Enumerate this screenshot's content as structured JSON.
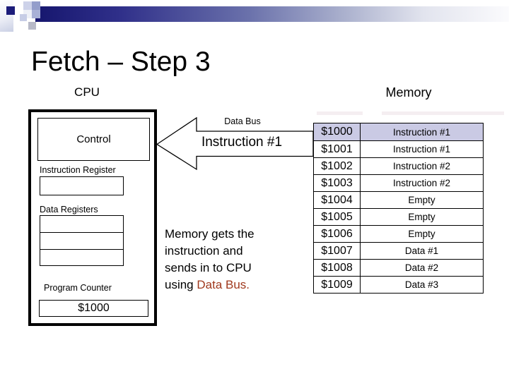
{
  "slide": {
    "title": "Fetch – Step 3",
    "cpu_section_label": "CPU",
    "memory_section_label": "Memory"
  },
  "cpu": {
    "control_label": "Control",
    "instruction_register_label": "Instruction Register",
    "instruction_register_value": "",
    "data_registers_label": "Data Registers",
    "data_register_values": [
      "",
      "",
      ""
    ],
    "program_counter_label": "Program Counter",
    "program_counter_value": "$1000"
  },
  "bus": {
    "label": "Data Bus",
    "value": "Instruction #1"
  },
  "caption": {
    "line1": "Memory gets the",
    "line2": "instruction and",
    "line3": "sends in to CPU",
    "line4_prefix": "using ",
    "line4_highlight": "Data Bus."
  },
  "memory_table": {
    "rows": [
      {
        "address": "$1000",
        "value": "Instruction #1"
      },
      {
        "address": "$1001",
        "value": "Instruction #1"
      },
      {
        "address": "$1002",
        "value": "Instruction #2"
      },
      {
        "address": "$1003",
        "value": "Instruction #2"
      },
      {
        "address": "$1004",
        "value": "Empty"
      },
      {
        "address": "$1005",
        "value": "Empty"
      },
      {
        "address": "$1006",
        "value": "Empty"
      },
      {
        "address": "$1007",
        "value": "Data #1"
      },
      {
        "address": "$1008",
        "value": "Data #2"
      },
      {
        "address": "$1009",
        "value": "Data #3"
      }
    ]
  },
  "colors": {
    "accent_red": "#a0391e",
    "row_highlight": "#cacae4",
    "banner_navy": "#16166e"
  }
}
